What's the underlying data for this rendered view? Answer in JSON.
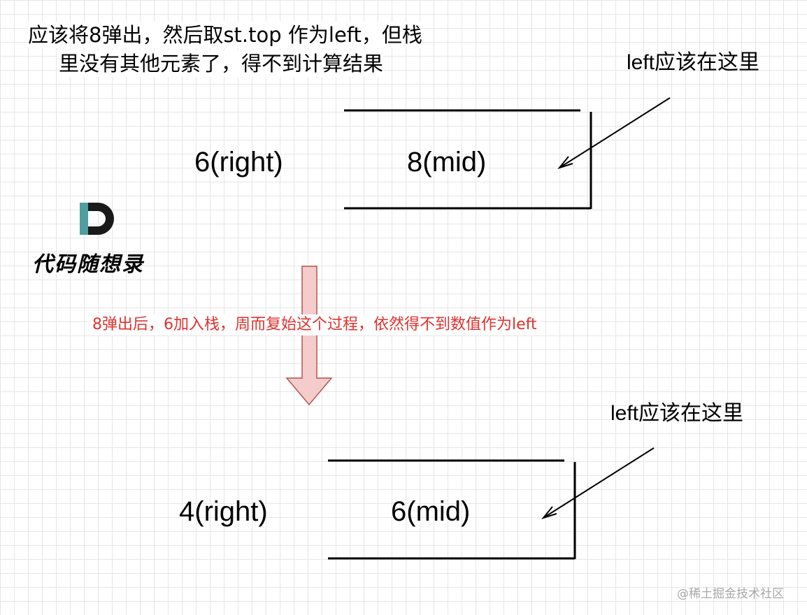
{
  "description": {
    "line1": "应该将8弹出，然后取st.top 作为left，但栈",
    "line2": "里没有其他元素了，得不到计算结果"
  },
  "top_stack": {
    "right_label": "6(right)",
    "mid_label": "8(mid)",
    "left_note": "left应该在这里"
  },
  "process_note": "8弹出后，6加入栈，周而复始这个过程，依然得不到数值作为left",
  "bottom_stack": {
    "right_label": "4(right)",
    "mid_label": "6(mid)",
    "left_note": "left应该在这里"
  },
  "logo": {
    "letter": "D",
    "text": "代码随想录"
  },
  "watermark": "@稀土掘金技术社区",
  "colors": {
    "arrow_fill": "#f4cccc",
    "arrow_stroke": "#b85450",
    "process_text": "#e0322e",
    "logo_teal": "#4f9ea0",
    "logo_dark": "#1a1a1a"
  }
}
